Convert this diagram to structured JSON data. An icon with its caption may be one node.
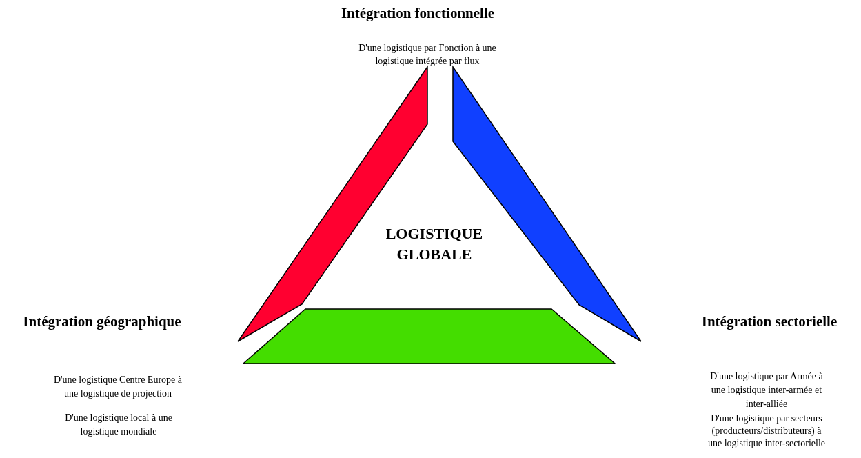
{
  "diagram": {
    "nodes": [
      {
        "text": [],
        "shape": "bar"
      },
      {
        "text": [],
        "shape": "bar"
      },
      {
        "text": [],
        "shape": "bar"
      }
    ],
    "labels": [
      "Intégration fonctionnelle",
      "D'une logistique par Fonction à une logistique intégrée par flux",
      "LOGISTIQUE GLOBALE",
      "Intégration géographique",
      "Intégration sectorielle",
      "D'une logistique Centre Europe à une logistique de projection",
      "D'une logistique par Armée à une logistique inter-armée et inter-alliée",
      "D'une logistique local à une logistique mondiale",
      "D'une logistique par secteurs (producteurs/distributeurs) à une logistique inter-sectorielle"
    ]
  }
}
